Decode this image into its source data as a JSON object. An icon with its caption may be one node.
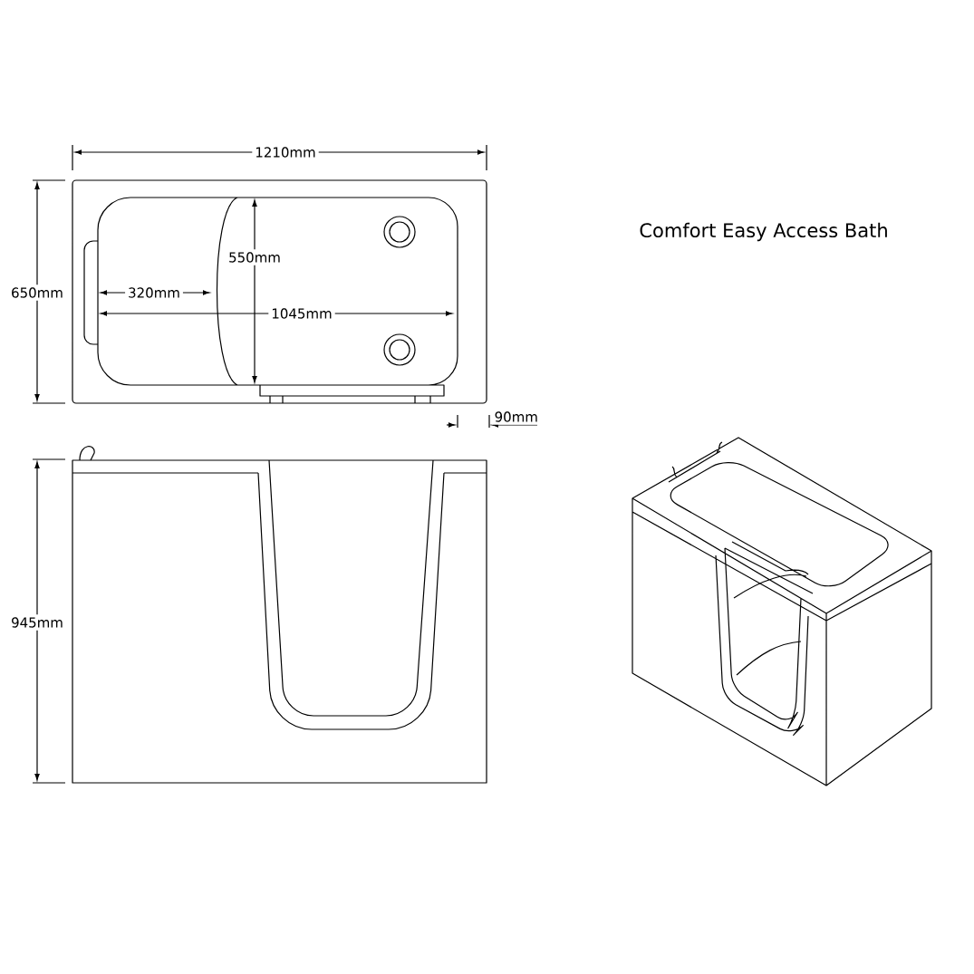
{
  "diagram": {
    "title": "Comfort Easy Access Bath",
    "labels": [
      "1210mm",
      "650mm",
      "550mm",
      "320mm",
      "1045mm",
      "90mm",
      "945mm"
    ]
  }
}
